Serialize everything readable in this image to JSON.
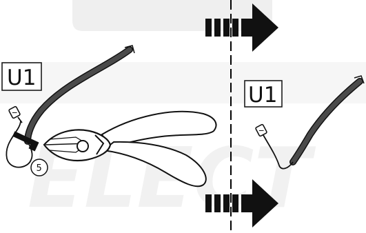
{
  "left_panel": {
    "component_label": "U1",
    "step_number": "5"
  },
  "right_panel": {
    "component_label": "U1"
  },
  "watermark": {
    "text": "ELECT"
  },
  "colors": {
    "ink": "#111111",
    "cable": "#4a4a4a",
    "watermark": "#f1f1f1",
    "divider": "#000000"
  },
  "icons": {
    "tool": "diagonal-cutter-pliers-icon",
    "arrow": "direction-arrow-icon"
  }
}
